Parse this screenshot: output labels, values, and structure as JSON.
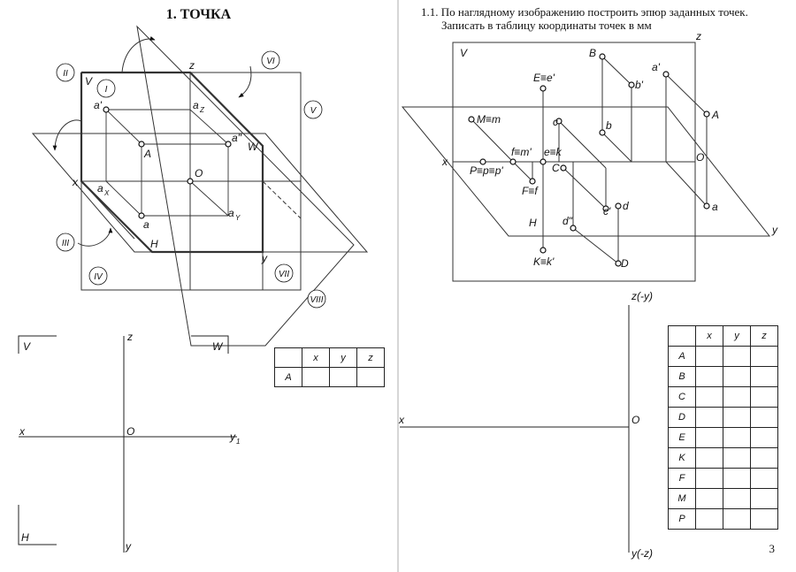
{
  "left_page": {
    "title": "1. ТОЧКА",
    "roman": [
      "II",
      "I",
      "VI",
      "V",
      "III",
      "IV",
      "VII",
      "VIII"
    ],
    "labels": {
      "v": "V",
      "z": "z",
      "a_prime": "a'",
      "a_z": "a",
      "a_z_sub": "Z",
      "a_dbl": "a\"",
      "w": "W",
      "A": "A",
      "O": "O",
      "x": "x",
      "a_x": "a",
      "a_x_sub": "X",
      "a": "a",
      "a_y": "a",
      "a_y_sub": "Y",
      "H": "H",
      "y": "y"
    },
    "epure": {
      "V": "V",
      "W": "W",
      "z": "z",
      "x": "x",
      "O": "O",
      "y1": "y",
      "y1_sub": "1",
      "H": "H",
      "y": "y"
    },
    "table": {
      "headers": [
        "",
        "x",
        "y",
        "z"
      ],
      "rows": [
        [
          "A",
          "",
          "",
          ""
        ]
      ]
    }
  },
  "right_page": {
    "task_line1": "1.1. По наглядному изображению построить эпюр заданных точек.",
    "task_line2": "Записать в таблицу координаты точек в мм",
    "labels": {
      "z": "z",
      "V": "V",
      "B": "B",
      "a_prime": "a'",
      "e": "E≡e'",
      "b_prime": "b'",
      "A": "A",
      "Mm": "M≡m",
      "c": "c",
      "b": "b",
      "fm": "f≡m'",
      "ek": "e≡k",
      "x": "x",
      "C": "C",
      "O": "O",
      "Pp": "P≡p≡p'",
      "Ff": "F≡f",
      "c_prime": "c'",
      "d": "d",
      "a": "a",
      "d_dbl": "d\"",
      "H": "H",
      "y": "y",
      "Kk": "K≡k'",
      "D": "D"
    },
    "epure": {
      "z": "z(-y)",
      "x": "x",
      "O": "O",
      "y": "y(-z)"
    },
    "table": {
      "headers": [
        "",
        "x",
        "y",
        "z"
      ],
      "rows": [
        [
          "A",
          "",
          "",
          ""
        ],
        [
          "B",
          "",
          "",
          ""
        ],
        [
          "C",
          "",
          "",
          ""
        ],
        [
          "D",
          "",
          "",
          ""
        ],
        [
          "E",
          "",
          "",
          ""
        ],
        [
          "K",
          "",
          "",
          ""
        ],
        [
          "F",
          "",
          "",
          ""
        ],
        [
          "M",
          "",
          "",
          ""
        ],
        [
          "P",
          "",
          "",
          ""
        ]
      ]
    },
    "page_number": "3"
  }
}
